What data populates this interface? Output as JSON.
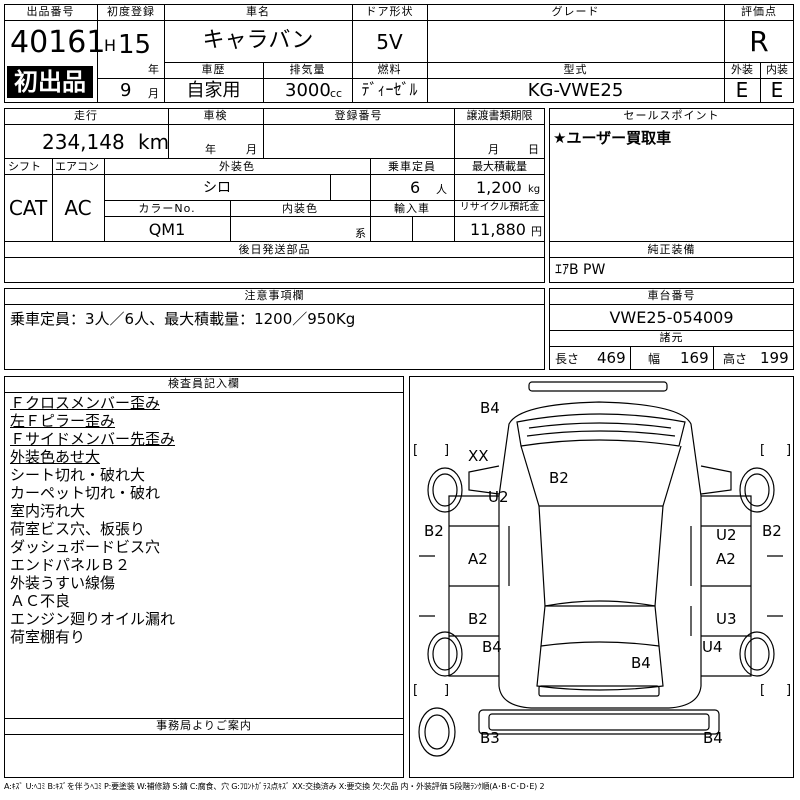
{
  "header": {
    "lot_no_label": "出品番号",
    "lot_no": "40161",
    "first_listing_badge": "初出品",
    "reg_label": "初度登録",
    "era_prefix": "H",
    "year": "15",
    "year_unit": "年",
    "month": "9",
    "month_unit": "月",
    "model_name_label": "車名",
    "model_name": "キャラバン",
    "door_label": "ドア形状",
    "door": "5V",
    "grade_label": "グレード",
    "grade": "",
    "score_label": "評価点",
    "score": "R",
    "history_label": "車歴",
    "history": "自家用",
    "displacement_label": "排気量",
    "displacement": "3000",
    "displacement_unit": "cc",
    "fuel_label": "燃料",
    "fuel": "ﾃﾞｨｰｾﾞﾙ",
    "model_code_label": "型式",
    "model_code": "KG-VWE25",
    "ext_grade_label": "外装",
    "ext_grade": "E",
    "int_grade_label": "内装",
    "int_grade": "E"
  },
  "row2": {
    "mileage_label": "走行",
    "mileage": "234,148",
    "mileage_unit": "km",
    "inspection_label": "車検",
    "inspection_year_unit": "年",
    "inspection_month_unit": "月",
    "plate_label": "登録番号",
    "transfer_label": "譲渡書類期限",
    "transfer_month_unit": "月",
    "transfer_day_unit": "日",
    "shift_label": "シフト",
    "shift": "CAT",
    "ac_label": "エアコン",
    "ac": "AC",
    "ext_color_label": "外装色",
    "ext_color": "シロ",
    "capacity_label": "乗車定員",
    "capacity": "6",
    "capacity_unit": "人",
    "max_load_label": "最大積載量",
    "max_load": "1,200",
    "max_load_unit": "kg",
    "color_no_label": "カラーNo.",
    "color_no": "QM1",
    "int_color_label": "内装色",
    "int_color_unit": "系",
    "import_label": "輸入車",
    "recycle_label": "リサイクル預託金",
    "recycle": "11,880",
    "recycle_unit": "円",
    "later_parts_label": "後日発送部品"
  },
  "selling_points": {
    "label": "セールスポイント",
    "text": "★ユーザー買取車"
  },
  "genuine_equip": {
    "label": "純正装備",
    "text": "ｴｱB PW"
  },
  "notes": {
    "label": "注意事項欄",
    "text": "乗車定員：3人／6人、最大積載量：1200／950Kg"
  },
  "chassis": {
    "label": "車台番号",
    "number": "VWE25-054009",
    "dims_label": "諸元",
    "length_label": "長さ",
    "length": "469",
    "width_label": "幅",
    "width": "169",
    "height_label": "高さ",
    "height": "199"
  },
  "inspector": {
    "label": "検査員記入欄",
    "lines": [
      "Ｆクロスメンバー歪み",
      "左Ｆピラー歪み",
      "Ｆサイドメンバー先歪み",
      "外装色あせ大",
      "シート切れ・破れ大",
      "カーペット切れ・破れ",
      "室内汚れ大",
      "荷室ビス穴、板張り",
      "ダッシュボードビス穴",
      "エンドパネルＢ２",
      "外装うすい線傷",
      "ＡＣ不良",
      "エンジン廻りオイル漏れ",
      "荷室棚有り"
    ]
  },
  "office_notice": {
    "label": "事務局よりご案内"
  },
  "diagram": {
    "marks": {
      "front": "B4",
      "left_front_fender": "XX",
      "hood": "B2",
      "left_front_door": "U2",
      "left_side_panel": "B2",
      "left_slide_door": "A2",
      "left_rear_panel": "B2",
      "left_rear_fender": "B4",
      "roof_rear": "B4",
      "right_front_door": "U2",
      "right_side_panel": "B2",
      "right_slide_door": "A2",
      "right_rear_panel": "U3",
      "right_rear_fender": "U4",
      "rear_left": "B3",
      "rear_right": "B4"
    },
    "bracket_open": "[",
    "bracket_close": "]"
  },
  "legend": "A:ｷｽﾞ U:ﾍｺﾐ B:ｷｽﾞを伴うﾍｺﾐ P:要塗装 W:補修跡 S:錆 C:腐食、穴 G:ﾌﾛﾝﾄｶﾞﾗｽ点ｷｽﾞ XX:交換済み X:要交換 欠:欠品 内・外装評価 5段階ﾗﾝｸ順(A･B･C･D･E) 2"
}
